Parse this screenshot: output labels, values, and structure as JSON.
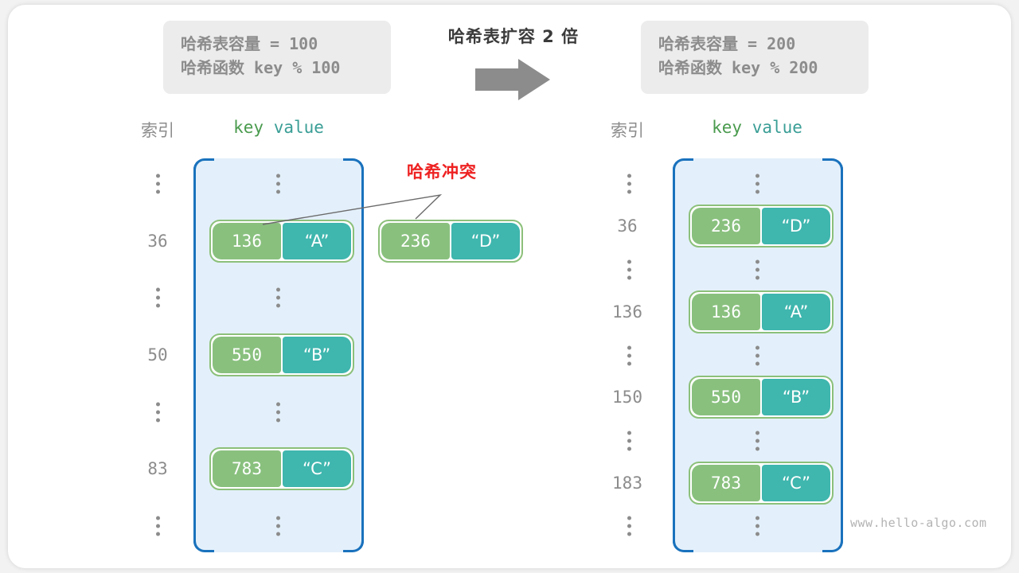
{
  "title": "哈希表扩容 2 倍",
  "arrow_icon": "arrow-right-icon",
  "watermark": "www.hello-algo.com",
  "collision": {
    "label": "哈希冲突",
    "color": "#ee2222"
  },
  "colors": {
    "bucket_border": "#1a72bd",
    "bucket_fill": "#e3f0fb",
    "key_cell": "#89c07e",
    "value_cell": "#3fb6ae",
    "pair_border": "#8cc07a",
    "index_text": "#8c8c8c",
    "info_box": "#ececec",
    "card": "#ffffff",
    "page": "#f2f2f2"
  },
  "info_left": {
    "capacity_label": "哈希表容量",
    "capacity_eq": " = 100",
    "hash_label": "哈希函数",
    "hash_expr": " key % 100",
    "line1": "哈希表容量 = 100",
    "line2": "哈希函数 key % 100"
  },
  "info_right": {
    "capacity_label": "哈希表容量",
    "capacity_eq": " = 200",
    "hash_label": "哈希函数",
    "hash_expr": " key % 200",
    "line1": "哈希表容量 = 200",
    "line2": "哈希函数 key % 200"
  },
  "left_table": {
    "header_index": "索引",
    "header_key": "key",
    "header_value": "value",
    "rows": [
      {
        "type": "dots",
        "index": ""
      },
      {
        "type": "entry",
        "index": "36",
        "key": "136",
        "value": "“A”"
      },
      {
        "type": "dots",
        "index": ""
      },
      {
        "type": "entry",
        "index": "50",
        "key": "550",
        "value": "“B”"
      },
      {
        "type": "dots",
        "index": ""
      },
      {
        "type": "entry",
        "index": "83",
        "key": "783",
        "value": "“C”"
      },
      {
        "type": "dots",
        "index": ""
      }
    ]
  },
  "right_table": {
    "header_index": "索引",
    "header_key": "key",
    "header_value": "value",
    "rows": [
      {
        "type": "dots",
        "index": ""
      },
      {
        "type": "entry",
        "index": "36",
        "key": "236",
        "value": "“D”"
      },
      {
        "type": "dots",
        "index": ""
      },
      {
        "type": "entry",
        "index": "136",
        "key": "136",
        "value": "“A”"
      },
      {
        "type": "dots",
        "index": ""
      },
      {
        "type": "entry",
        "index": "150",
        "key": "550",
        "value": "“B”"
      },
      {
        "type": "dots",
        "index": ""
      },
      {
        "type": "entry",
        "index": "183",
        "key": "783",
        "value": "“C”"
      },
      {
        "type": "dots",
        "index": ""
      }
    ]
  },
  "floating_pair": {
    "key": "236",
    "value": "“D”"
  }
}
